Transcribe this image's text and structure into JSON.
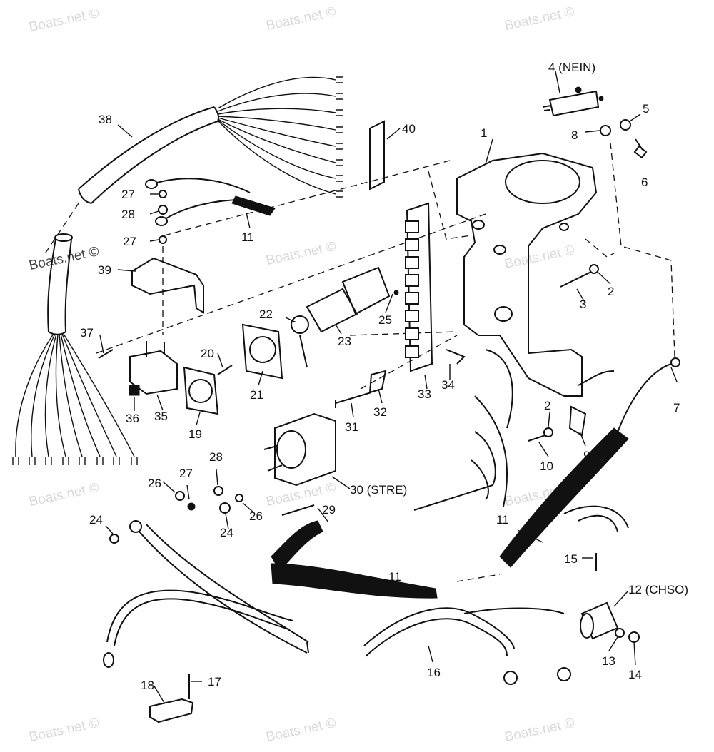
{
  "watermark": "Boats.net ©",
  "callouts": [
    {
      "id": "c1",
      "text": "1"
    },
    {
      "id": "c2a",
      "text": "2"
    },
    {
      "id": "c2b",
      "text": "2"
    },
    {
      "id": "c3",
      "text": "3"
    },
    {
      "id": "c4",
      "text": "4 (NEIN)"
    },
    {
      "id": "c5",
      "text": "5"
    },
    {
      "id": "c6",
      "text": "6"
    },
    {
      "id": "c7",
      "text": "7"
    },
    {
      "id": "c8",
      "text": "8"
    },
    {
      "id": "c9",
      "text": "9"
    },
    {
      "id": "c10",
      "text": "10"
    },
    {
      "id": "c11a",
      "text": "11"
    },
    {
      "id": "c11b",
      "text": "11"
    },
    {
      "id": "c11c",
      "text": "11"
    },
    {
      "id": "c12",
      "text": "12 (CHSO)"
    },
    {
      "id": "c13",
      "text": "13"
    },
    {
      "id": "c14",
      "text": "14"
    },
    {
      "id": "c15",
      "text": "15"
    },
    {
      "id": "c16",
      "text": "16"
    },
    {
      "id": "c17",
      "text": "17"
    },
    {
      "id": "c18",
      "text": "18"
    },
    {
      "id": "c19",
      "text": "19"
    },
    {
      "id": "c20",
      "text": "20"
    },
    {
      "id": "c21",
      "text": "21"
    },
    {
      "id": "c22",
      "text": "22"
    },
    {
      "id": "c23",
      "text": "23"
    },
    {
      "id": "c24a",
      "text": "24"
    },
    {
      "id": "c24b",
      "text": "24"
    },
    {
      "id": "c25",
      "text": "25"
    },
    {
      "id": "c26a",
      "text": "26"
    },
    {
      "id": "c26b",
      "text": "26"
    },
    {
      "id": "c27a",
      "text": "27"
    },
    {
      "id": "c27b",
      "text": "27"
    },
    {
      "id": "c27c",
      "text": "27"
    },
    {
      "id": "c28a",
      "text": "28"
    },
    {
      "id": "c28b",
      "text": "28"
    },
    {
      "id": "c29",
      "text": "29"
    },
    {
      "id": "c30",
      "text": "30 (STRE)"
    },
    {
      "id": "c31",
      "text": "31"
    },
    {
      "id": "c32",
      "text": "32"
    },
    {
      "id": "c33",
      "text": "33"
    },
    {
      "id": "c34",
      "text": "34"
    },
    {
      "id": "c35",
      "text": "35"
    },
    {
      "id": "c36",
      "text": "36"
    },
    {
      "id": "c37",
      "text": "37"
    },
    {
      "id": "c38",
      "text": "38"
    },
    {
      "id": "c39",
      "text": "39"
    },
    {
      "id": "c40",
      "text": "40"
    }
  ]
}
